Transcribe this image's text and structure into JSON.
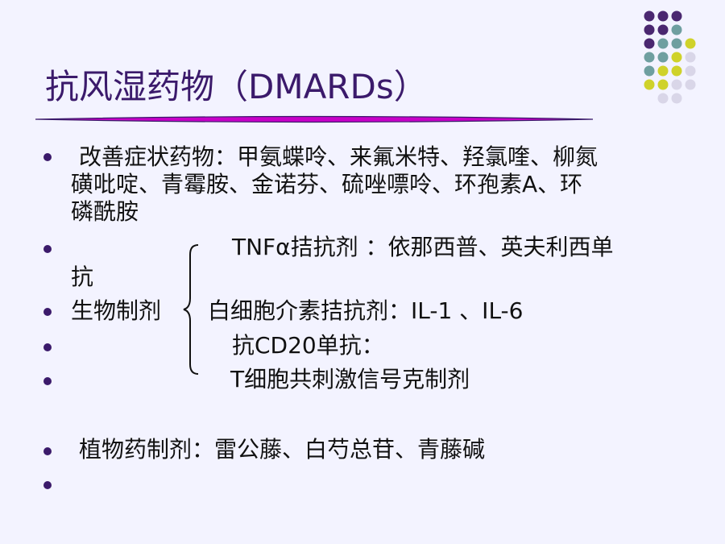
{
  "title": "抗风湿药物（DMARDs）",
  "colors": {
    "title": "#3b1a6b",
    "bullet": "#3b1a6b",
    "dots": [
      "#4a2770",
      "#6f9fa0",
      "#cfd22a",
      "#d9d6e8"
    ]
  },
  "body": {
    "item1": {
      "line1": "改善症状药物：甲氨蝶呤、来氟米特、羟氯喹、柳氮",
      "line2": "磺吡啶、青霉胺、金诺芬、硫唑嘌呤、环孢素A、环",
      "line3": "磷酰胺"
    },
    "biologics": {
      "tnf_line": "TNFα拮抗剂 ：依那西普、英夫利西单",
      "tnf_wrap": "抗",
      "label": "生物制剂",
      "il_line": "白细胞介素拮抗剂：IL-1 、IL-6",
      "cd20_line": "抗CD20单抗：",
      "tcell_line": "T细胞共刺激信号克制剂"
    },
    "item3": "植物药制剂：雷公藤、白芍总苷、青藤碱"
  }
}
